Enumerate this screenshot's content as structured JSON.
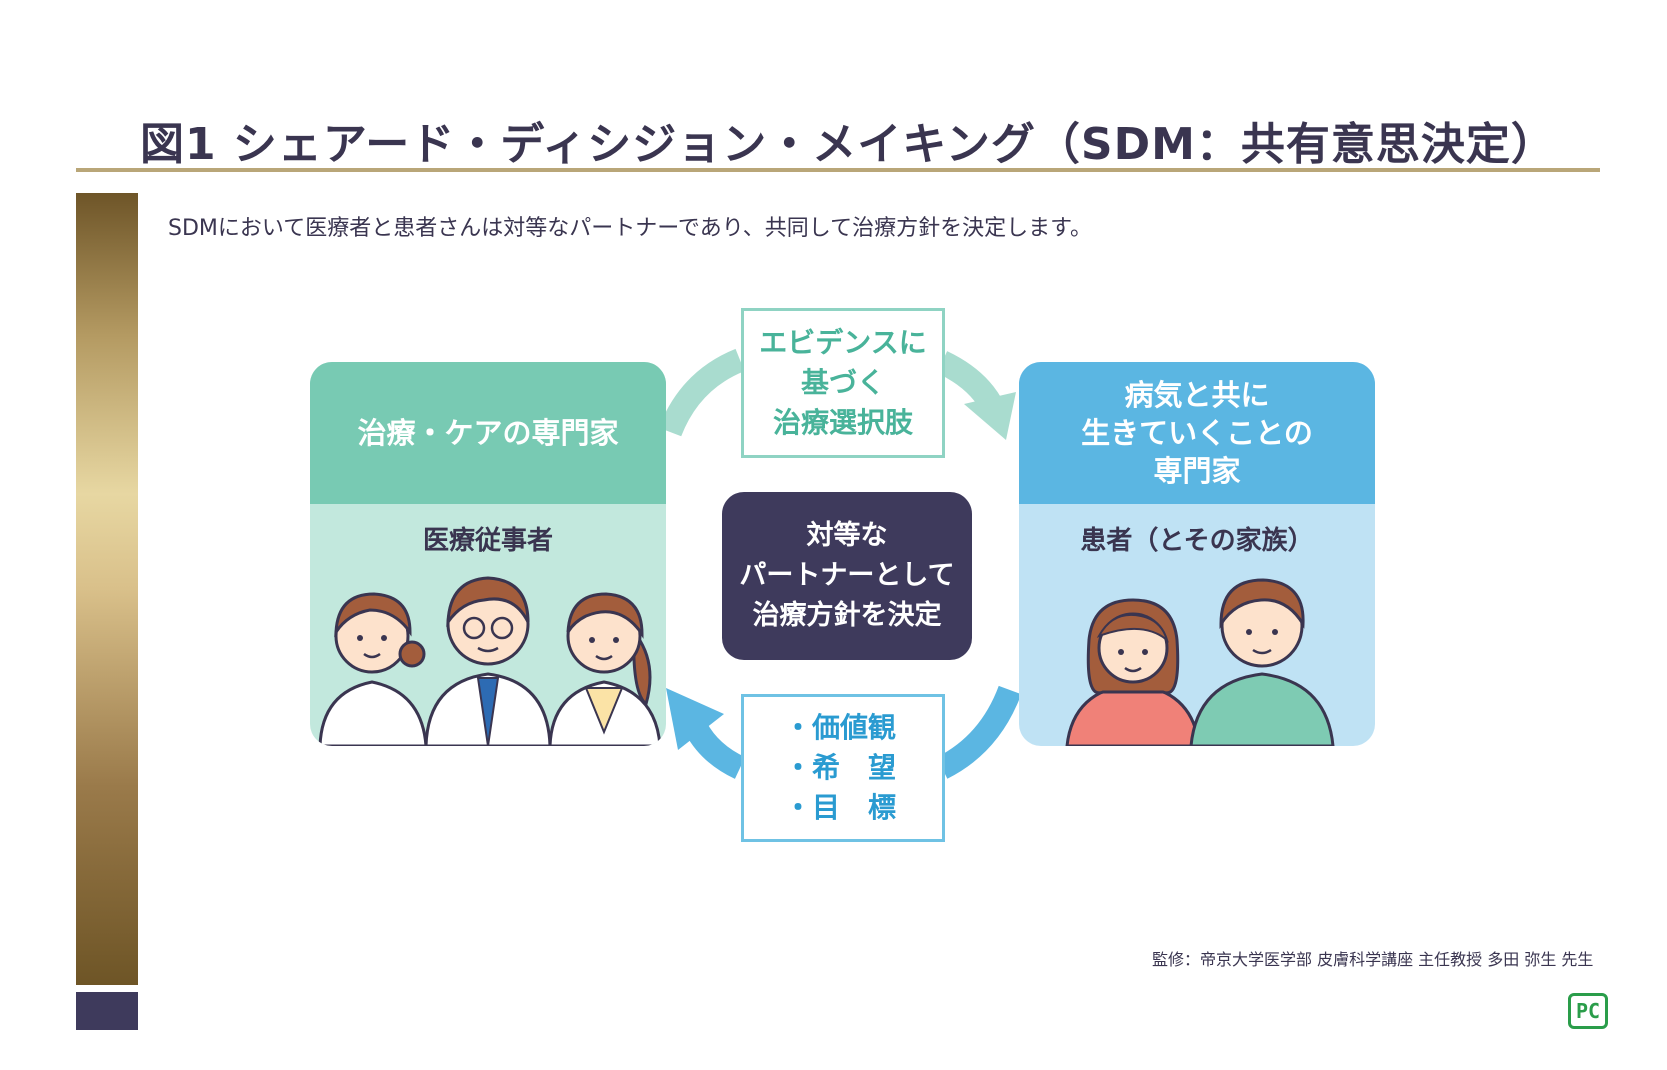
{
  "title": "図1 シェアード・ディシジョン・メイキング（SDM：共有意思決定）",
  "subtitle": "SDMにおいて医療者と患者さんは対等なパートナーであり、共同して治療方針を決定します。",
  "left_panel": {
    "heading": "治療・ケアの専門家",
    "subheading": "医療従事者",
    "icons": [
      "nurse-icon",
      "doctor-icon",
      "female-staff-icon"
    ]
  },
  "right_panel": {
    "heading_lines": [
      "病気と共に",
      "生きていくことの",
      "専門家"
    ],
    "subheading": "患者（とその家族）",
    "icons": [
      "patient-female-icon",
      "patient-male-icon"
    ]
  },
  "top_box": {
    "lines": [
      "エビデンスに",
      "基づく",
      "治療選択肢"
    ]
  },
  "bottom_box": {
    "lines": [
      "・価値観",
      "・希　望",
      "・目　標"
    ]
  },
  "center_box": {
    "lines": [
      "対等な",
      "パートナーとして",
      "治療方針を決定"
    ]
  },
  "credit": "監修：帝京大学医学部 皮膚科学講座 主任教授 多田 弥生 先生",
  "logo_text": "PC",
  "colors": {
    "title": "#3a3550",
    "accent_gold": "#b9a678",
    "left_head": "#78cab3",
    "left_body": "#c2e8dd",
    "right_head": "#5bb6e2",
    "right_body": "#bfe2f4",
    "center": "#3e3a5c",
    "arrow_top": "#a9dccf",
    "arrow_bottom": "#5bb6e2"
  }
}
